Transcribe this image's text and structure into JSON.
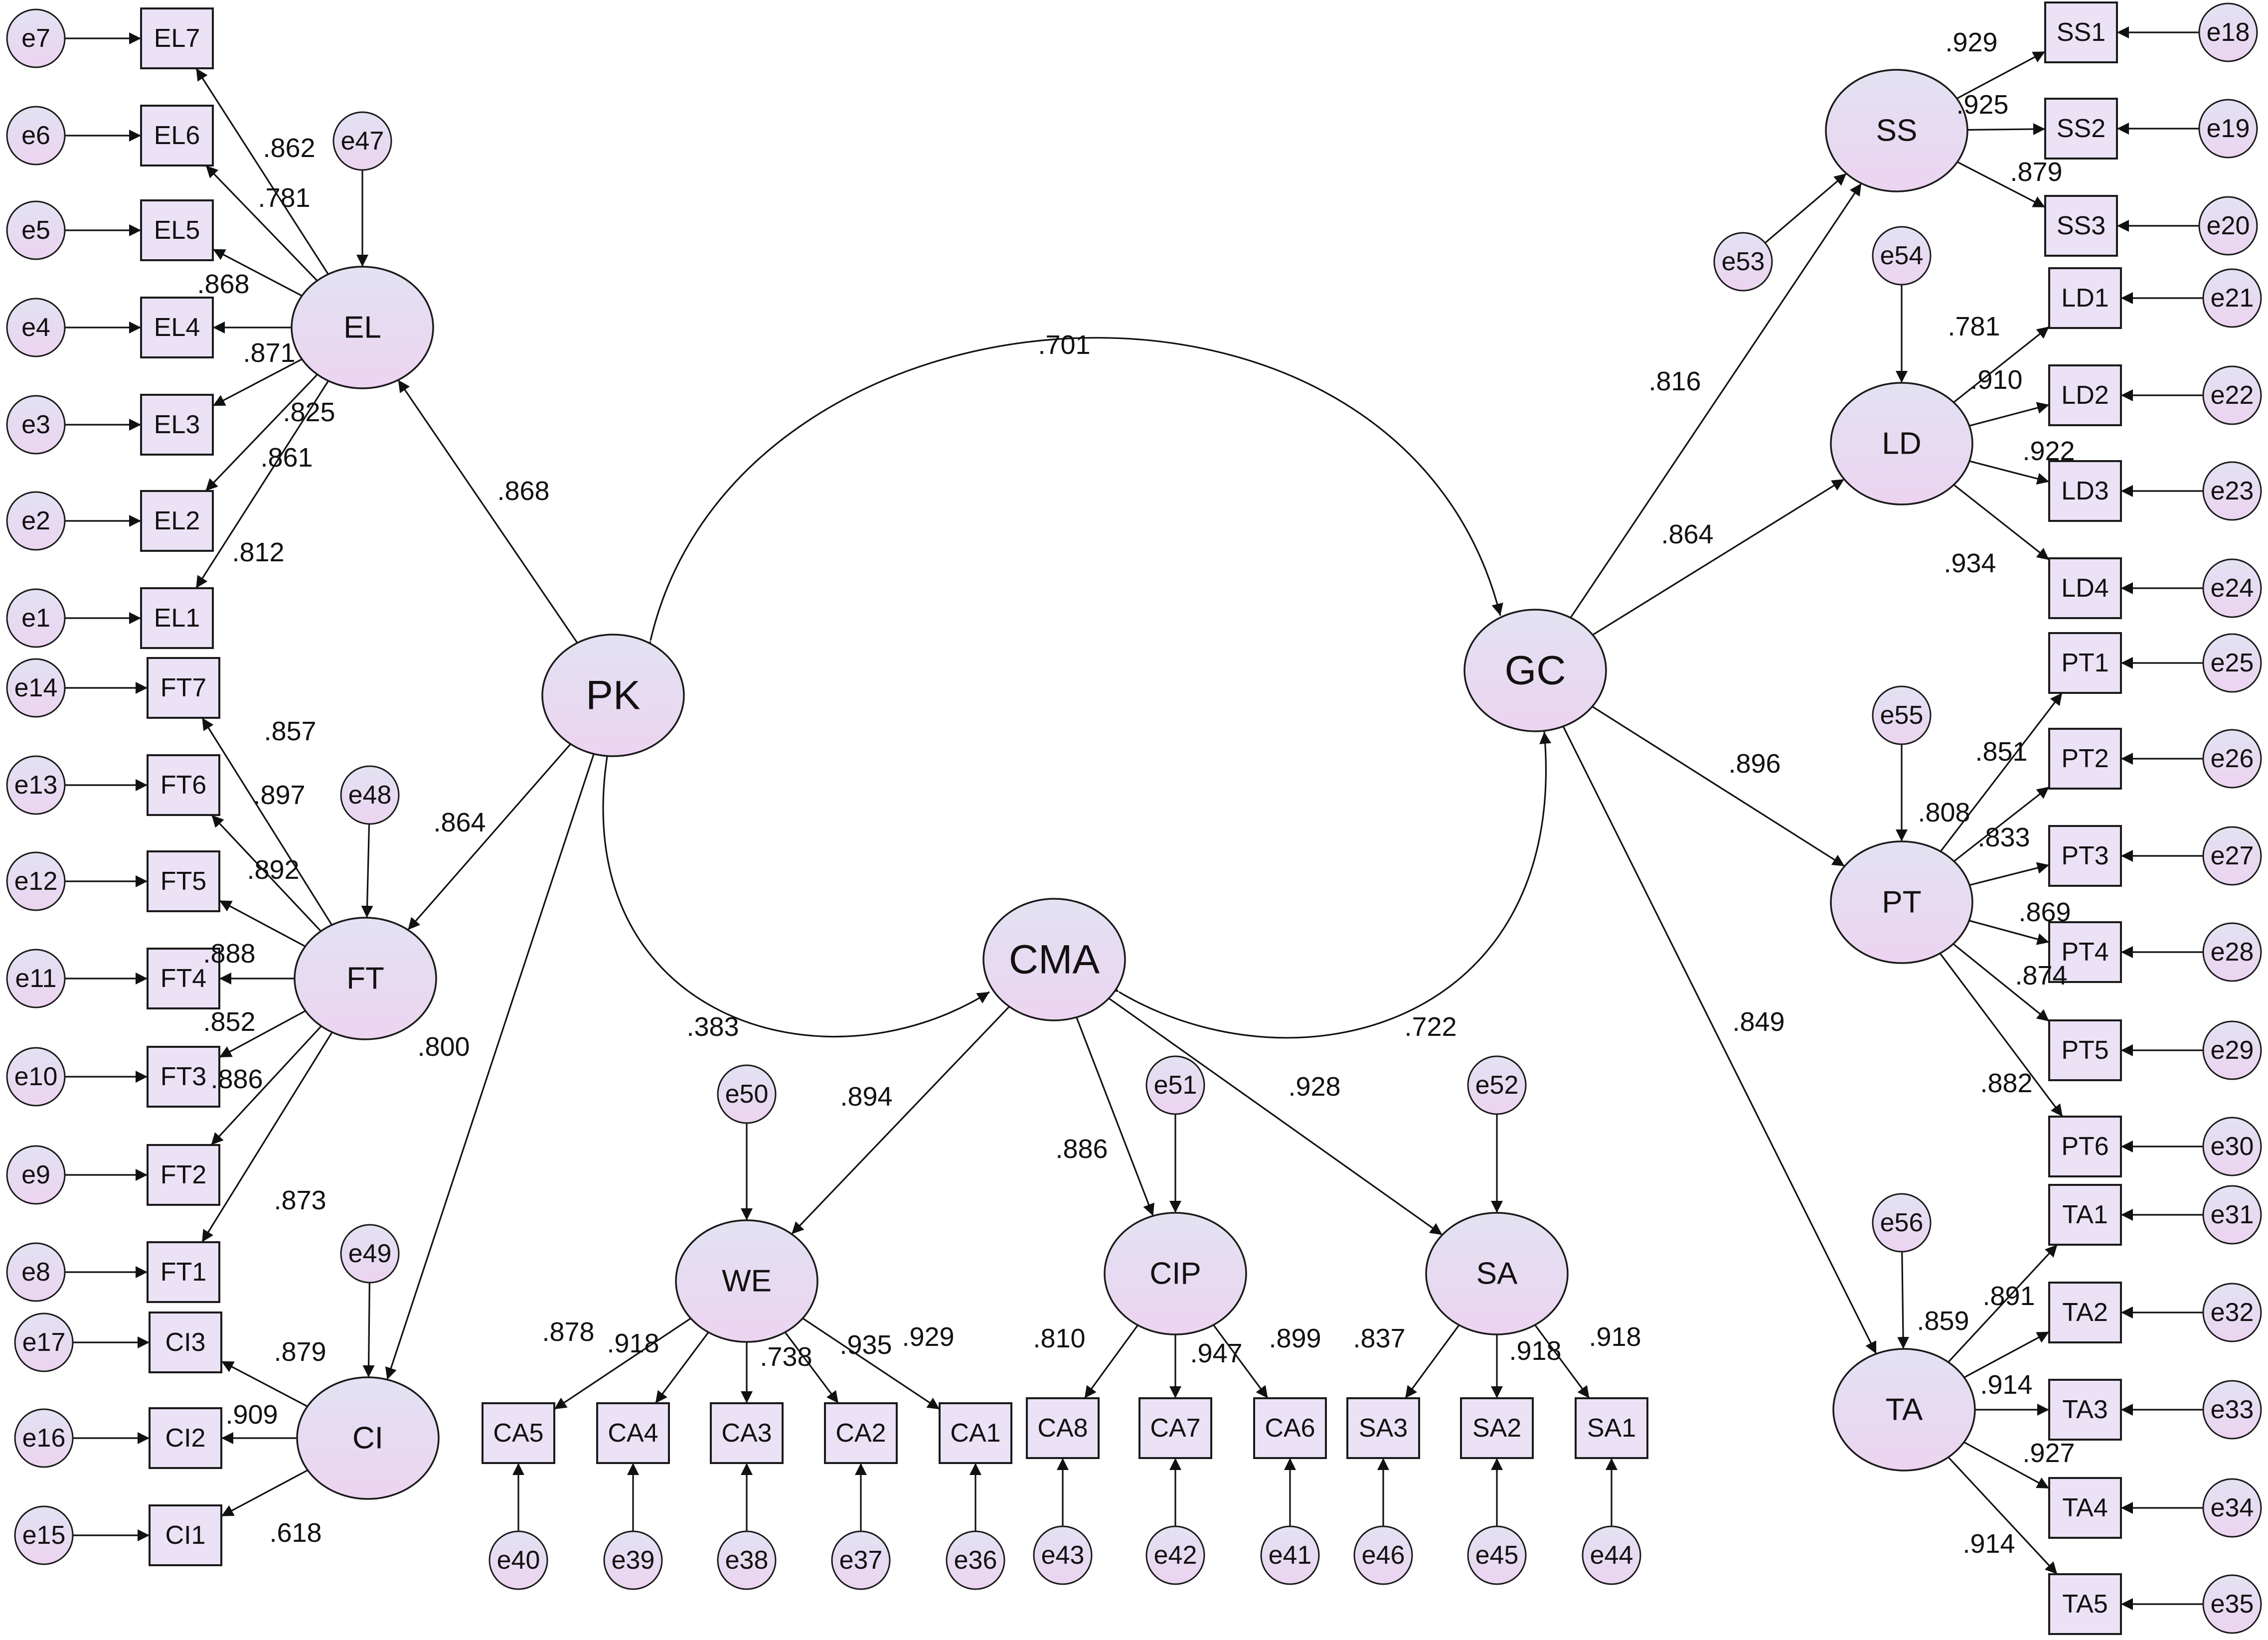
{
  "colors": {
    "node_fill_top": "#e2e2f2",
    "node_fill_bottom": "#ecd4f0",
    "indicator_fill": "#ebe2f6",
    "stroke": "#1a1a1a"
  },
  "latents": {
    "PK": "PK",
    "GC": "GC",
    "CMA": "CMA",
    "EL": "EL",
    "FT": "FT",
    "CI": "CI",
    "SS": "SS",
    "LD": "LD",
    "PT": "PT",
    "TA": "TA",
    "WE": "WE",
    "CIP": "CIP",
    "SA": "SA"
  },
  "indicators": {
    "EL7": "EL7",
    "EL6": "EL6",
    "EL5": "EL5",
    "EL4": "EL4",
    "EL3": "EL3",
    "EL2": "EL2",
    "EL1": "EL1",
    "FT7": "FT7",
    "FT6": "FT6",
    "FT5": "FT5",
    "FT4": "FT4",
    "FT3": "FT3",
    "FT2": "FT2",
    "FT1": "FT1",
    "CI3": "CI3",
    "CI2": "CI2",
    "CI1": "CI1",
    "CA5": "CA5",
    "CA4": "CA4",
    "CA3": "CA3",
    "CA2": "CA2",
    "CA1": "CA1",
    "CA8": "CA8",
    "CA7": "CA7",
    "CA6": "CA6",
    "SA3": "SA3",
    "SA2": "SA2",
    "SA1": "SA1",
    "SS1": "SS1",
    "SS2": "SS2",
    "SS3": "SS3",
    "LD1": "LD1",
    "LD2": "LD2",
    "LD3": "LD3",
    "LD4": "LD4",
    "PT1": "PT1",
    "PT2": "PT2",
    "PT3": "PT3",
    "PT4": "PT4",
    "PT5": "PT5",
    "PT6": "PT6",
    "TA1": "TA1",
    "TA2": "TA2",
    "TA3": "TA3",
    "TA4": "TA4",
    "TA5": "TA5"
  },
  "errors": {
    "e1": "e1",
    "e2": "e2",
    "e3": "e3",
    "e4": "e4",
    "e5": "e5",
    "e6": "e6",
    "e7": "e7",
    "e8": "e8",
    "e9": "e9",
    "e10": "e10",
    "e11": "e11",
    "e12": "e12",
    "e13": "e13",
    "e14": "e14",
    "e15": "e15",
    "e16": "e16",
    "e17": "e17",
    "e18": "e18",
    "e19": "e19",
    "e20": "e20",
    "e21": "e21",
    "e22": "e22",
    "e23": "e23",
    "e24": "e24",
    "e25": "e25",
    "e26": "e26",
    "e27": "e27",
    "e28": "e28",
    "e29": "e29",
    "e30": "e30",
    "e31": "e31",
    "e32": "e32",
    "e33": "e33",
    "e34": "e34",
    "e35": "e35",
    "e36": "e36",
    "e37": "e37",
    "e38": "e38",
    "e39": "e39",
    "e40": "e40",
    "e41": "e41",
    "e42": "e42",
    "e43": "e43",
    "e44": "e44",
    "e45": "e45",
    "e46": "e46",
    "e47": "e47",
    "e48": "e48",
    "e49": "e49",
    "e50": "e50",
    "e51": "e51",
    "e52": "e52",
    "e53": "e53",
    "e54": "e54",
    "e55": "e55",
    "e56": "e56"
  },
  "coefficients": {
    "PK_GC": ".701",
    "PK_CMA": ".383",
    "CMA_GC": ".722",
    "PK_EL": ".868",
    "PK_FT": ".864",
    "PK_CI": ".800",
    "GC_SS": ".816",
    "GC_LD": ".864",
    "GC_PT": ".896",
    "GC_TA": ".849",
    "CMA_WE": ".894",
    "CMA_CIP": ".886",
    "CMA_SA": ".928",
    "EL_EL7": ".862",
    "EL_EL6": ".781",
    "EL_EL5": ".868",
    "EL_EL4": ".871",
    "EL_EL3": ".825",
    "EL_EL2": ".861",
    "EL_EL1": ".812",
    "FT_FT7": ".857",
    "FT_FT6": ".897",
    "FT_FT5": ".892",
    "FT_FT4": ".888",
    "FT_FT3": ".852",
    "FT_FT2": ".886",
    "FT_FT1": ".873",
    "CI_CI3": ".879",
    "CI_CI2": ".909",
    "CI_CI1": ".618",
    "WE_CA5": ".878",
    "WE_CA4": ".918",
    "WE_CA3": ".738",
    "WE_CA2": ".935",
    "WE_CA1": ".929",
    "CIP_CA8": ".810",
    "CIP_CA7": ".947",
    "CIP_CA6": ".899",
    "SA_SA3": ".837",
    "SA_SA2": ".918",
    "SA_SA1": ".918",
    "SS_SS1": ".929",
    "SS_SS2": ".925",
    "SS_SS3": ".879",
    "LD_LD1": ".781",
    "LD_LD2": ".910",
    "LD_LD3": ".922",
    "LD_LD4": ".934",
    "PT_PT1": ".851",
    "PT_PT2": ".808",
    "PT_PT3": ".833",
    "PT_PT4": ".869",
    "PT_PT5": ".874",
    "PT_PT6": ".882",
    "TA_TA1": ".891",
    "TA_TA2": ".859",
    "TA_TA3": ".914",
    "TA_TA4": ".927",
    "TA_TA5": ".914"
  }
}
